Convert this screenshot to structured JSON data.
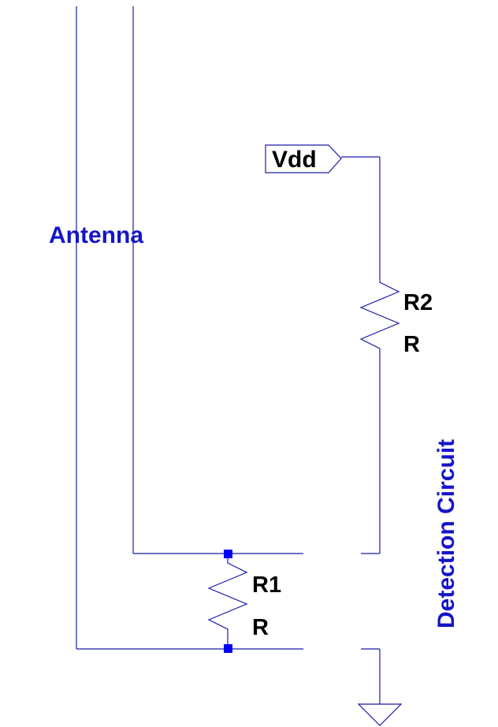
{
  "labels": {
    "antenna": "Antenna",
    "detection_circuit": "Detection Circuit"
  },
  "ports": {
    "vdd": "Vdd"
  },
  "components": {
    "r1": {
      "ref": "R1",
      "value": "R"
    },
    "r2": {
      "ref": "R2",
      "value": "R"
    }
  },
  "colors": {
    "wire": "#1a1aa8",
    "net_label": "#1414c8",
    "junction": "#0000ff",
    "text": "#000000",
    "background": "#ffffff"
  }
}
